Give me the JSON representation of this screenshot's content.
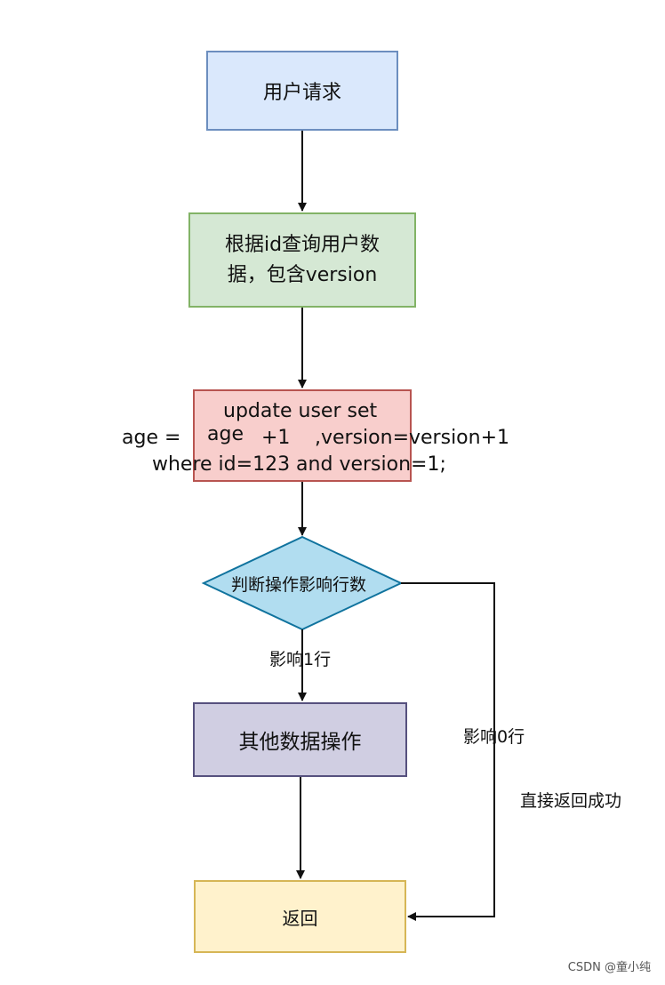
{
  "nodes": {
    "request": "用户请求",
    "query_line1": "根据id查询用户数",
    "query_line2": "据，包含version",
    "update_line1": "update user set",
    "update_age_prefix": "age =",
    "update_age_value": "age",
    "update_plus": "+1",
    "update_version": ",version=version+1",
    "update_line3": "where id=123 and version=1;",
    "decision": "判断操作影响行数",
    "other_ops": "其他数据操作",
    "return": "返回"
  },
  "edges": {
    "affect_one": "影响1行",
    "affect_zero": "影响0行",
    "direct_return": "直接返回成功"
  },
  "watermark": "CSDN @童小纯",
  "colors": {
    "request_fill": "#dae8fc",
    "request_stroke": "#6c8ebf",
    "query_fill": "#d5e8d4",
    "query_stroke": "#82b366",
    "update_fill": "#f8cecc",
    "update_stroke": "#b85450",
    "decision_fill": "#b1ddf0",
    "decision_stroke": "#10739e",
    "other_fill": "#d0cee2",
    "other_stroke": "#56517e",
    "return_fill": "#fff2cc",
    "return_stroke": "#d6b656"
  }
}
